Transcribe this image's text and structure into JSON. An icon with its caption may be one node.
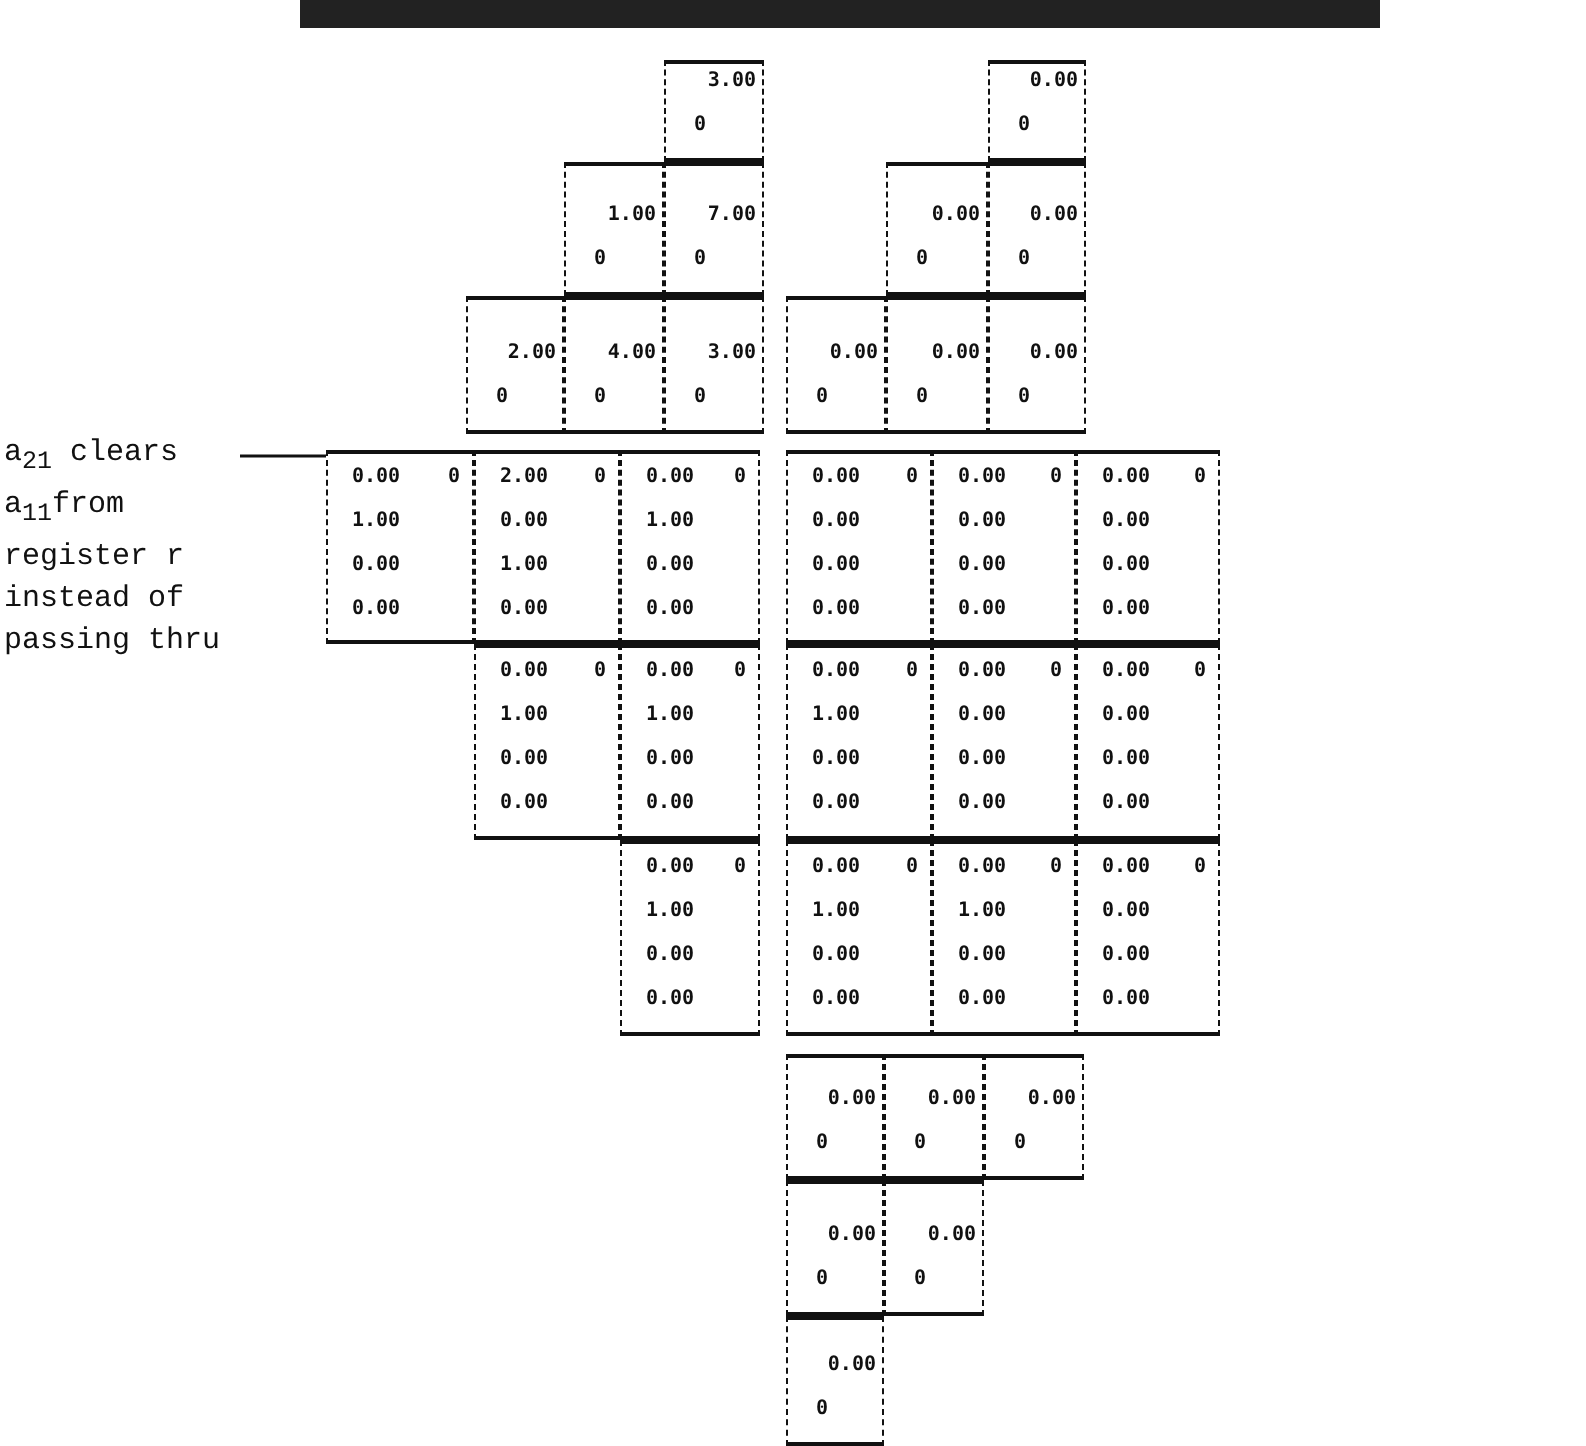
{
  "diagram": {
    "nodes": [
      {
        "text": [],
        "shape": "bar"
      },
      {
        "text": [
          "3.00",
          "0"
        ]
      },
      {
        "text": [
          "1.00",
          "0"
        ]
      },
      {
        "text": [
          "7.00",
          "0"
        ]
      },
      {
        "text": [
          "2.00",
          "0"
        ]
      },
      {
        "text": [
          "4.00",
          "0"
        ]
      },
      {
        "text": [
          "3.00",
          "0"
        ]
      },
      {
        "text": [
          "0.00",
          "0"
        ]
      },
      {
        "text": [
          "0.00",
          "0"
        ]
      },
      {
        "text": [
          "0.00",
          "0"
        ]
      },
      {
        "text": [
          "0.00",
          "0"
        ]
      },
      {
        "text": [
          "0.00",
          "0"
        ]
      },
      {
        "text": [
          "0.00",
          "0"
        ]
      },
      {
        "text": [
          "a$_{21}$ clears a$_{11}$from register r instead of passing thru"
        ]
      },
      {
        "text": [
          "0.00",
          "0",
          "1.00",
          "0.00",
          "0.00"
        ]
      },
      {
        "text": [
          "2.00",
          "0",
          "0.00",
          "1.00",
          "0.00"
        ]
      },
      {
        "text": [
          "0.00",
          "0",
          "1.00",
          "0.00",
          "0.00"
        ]
      },
      {
        "text": [
          "0.00",
          "0",
          "1.00",
          "0.00",
          "0.00"
        ]
      },
      {
        "text": [
          "0.00",
          "0",
          "1.00",
          "0.00",
          "0.00"
        ]
      },
      {
        "text": [
          "0.00",
          "0",
          "1.00",
          "0.00",
          "0.00"
        ]
      },
      {
        "text": [
          "0.00",
          "0",
          "0.00",
          "0.00",
          "0.00"
        ]
      },
      {
        "text": [
          "0.00",
          "0",
          "0.00",
          "0.00",
          "0.00"
        ]
      },
      {
        "text": [
          "0.00",
          "0",
          "0.00",
          "0.00",
          "0.00"
        ]
      },
      {
        "text": [
          "0.00",
          "0",
          "1.00",
          "0.00",
          "0.00"
        ]
      },
      {
        "text": [
          "0.00",
          "0",
          "0.00",
          "0.00",
          "0.00"
        ]
      },
      {
        "text": [
          "0.00",
          "0",
          "0.00",
          "0.00",
          "0.00"
        ]
      },
      {
        "text": [
          "0.00",
          "0",
          "1.00",
          "0.00",
          "0.00"
        ]
      },
      {
        "text": [
          "0.00",
          "0",
          "1.00",
          "0.00",
          "0.00"
        ]
      },
      {
        "text": [
          "0.00",
          "0",
          "0.00",
          "0.00",
          "0.00"
        ]
      },
      {
        "text": [
          "0.00",
          "0"
        ]
      },
      {
        "text": [
          "0.00",
          "0"
        ]
      },
      {
        "text": [
          "0.00",
          "0"
        ]
      },
      {
        "text": [
          "0.00",
          "0"
        ]
      },
      {
        "text": [
          "0.00",
          "0"
        ]
      },
      {
        "text": [
          "0.00",
          "0"
        ]
      }
    ],
    "edges": [
      {
        "from": 13,
        "to": 14,
        "arrow": "none"
      }
    ]
  }
}
